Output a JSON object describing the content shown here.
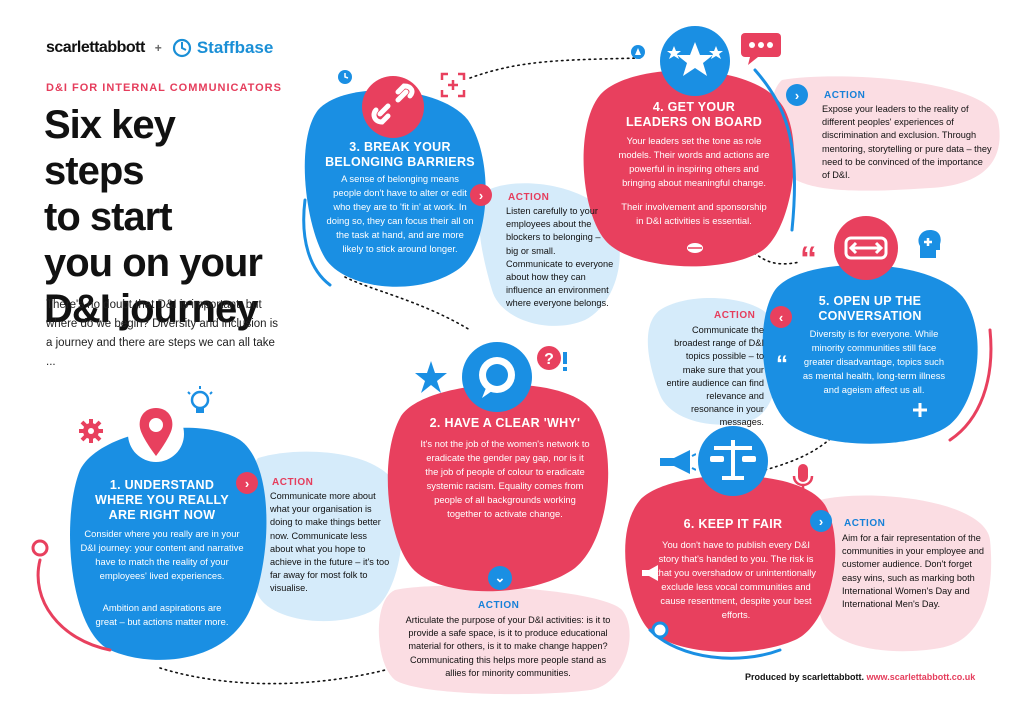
{
  "header": {
    "logo_scarlettabbott": "scarlettabbott",
    "logo_plus": "+",
    "logo_staffbase": "Staffbase",
    "kicker": "D&I FOR INTERNAL COMMUNICATORS",
    "title_line1": "Six key steps",
    "title_line2": "to start",
    "title_line3": "you on your",
    "title_line4": "D&I journey",
    "intro": "There's no doubt that D&I is important, but where do we begin? Diversity and inclusion is a journey and there are steps we can all take ..."
  },
  "steps": [
    {
      "title_line1": "1. UNDERSTAND",
      "title_line2": "WHERE YOU REALLY",
      "title_line3": "ARE RIGHT NOW",
      "body1": "Consider where you really are in your D&I journey: your content and narrative have to match the reality of your employees' lived experiences.",
      "body2": "Ambition and aspirations are great – but actions matter more.",
      "action_heading": "ACTION",
      "action_text": "Communicate more about what your organisation is doing to make things better now. Communicate less about what you hope to achieve in the future – it's too far away for most folk to visualise.",
      "icon": "map-pin-icon"
    },
    {
      "title": "2. HAVE A CLEAR 'WHY'",
      "body": "It's not the job of the women's network to eradicate the gender pay gap, nor is it the job of people of colour to eradicate systemic racism. Equality comes from people of all backgrounds working together to activate change.",
      "action_heading": "ACTION",
      "action_text": "Articulate the purpose of your D&I activities: is it to provide a safe space, is it to produce educational material for others, is it to make change happen? Communicating this helps more people stand as allies for minority communities.",
      "icon": "speech-bubble-icon"
    },
    {
      "title_line1": "3. BREAK YOUR",
      "title_line2": "BELONGING BARRIERS",
      "body": "A sense of belonging means people don't have to alter or edit who they are to 'fit in' at work. In doing so, they can focus their all on the task at hand, and are more likely to stick around longer.",
      "action_heading": "ACTION",
      "action_text": "Listen carefully to your employees about the blockers to belonging – big or small. Communicate to everyone about how they can influence an environment where everyone belongs.",
      "icon": "broken-chain-icon"
    },
    {
      "title_line1": "4. GET YOUR",
      "title_line2": "LEADERS ON BOARD",
      "body1": "Your leaders set the tone as role models. Their words and actions are powerful in inspiring others and bringing about meaningful change.",
      "body2": "Their involvement and sponsorship in D&I activities is essential.",
      "action_heading": "ACTION",
      "action_text": "Expose your leaders to the reality of different peoples' experiences of discrimination and exclusion. Through mentoring, storytelling or pure data – they need to be convinced of the importance of D&I.",
      "icon": "stars-icon"
    },
    {
      "title_line1": "5. OPEN UP THE",
      "title_line2": "CONVERSATION",
      "body": "Diversity is for everyone. While minority communities still face greater disadvantage, topics such as mental health, long-term illness and ageism affect us all.",
      "action_heading": "ACTION",
      "action_text": "Communicate the broadest range of D&I topics possible – to make sure that your entire audience can find relevance and resonance in your messages.",
      "icon": "two-way-arrow-icon"
    },
    {
      "title": "6. KEEP IT FAIR",
      "body": "You don't have to publish every D&I story that's handed to you. The risk is that you overshadow or unintentionally exclude less vocal communities and cause resentment, despite your best efforts.",
      "action_heading": "ACTION",
      "action_text": "Aim for a fair representation of the communities in your employee and customer audience. Don't forget easy wins, such as marking both International Women's Day and International Men's Day.",
      "icon": "scales-icon"
    }
  ],
  "footer": {
    "produced_by": "Produced by scarlettabbott.",
    "url": "www.scarlettabbott.co.uk"
  },
  "colors": {
    "blue": "#1a8fe3",
    "red": "#e8405e",
    "light_blue": "#d5ebfa",
    "light_pink": "#fbdde3",
    "dark": "#111111"
  }
}
